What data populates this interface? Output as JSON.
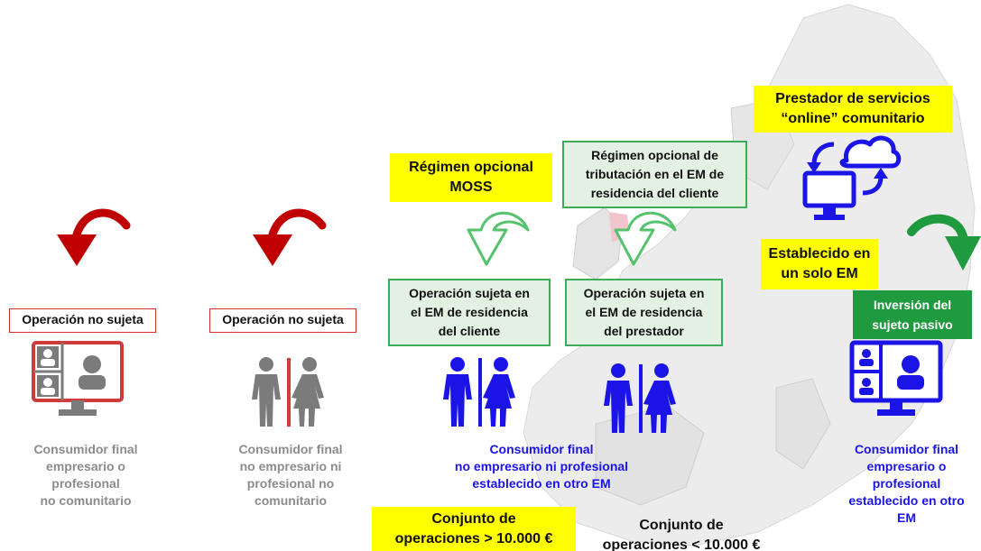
{
  "colors": {
    "red_arrow": "#c00000",
    "green": "#1f9a3f",
    "light_green_outline": "#55c26e",
    "blue": "#1a14e6",
    "gray": "#8c8c8c",
    "yellow": "#ffff00",
    "icon_red": "#d03a3a",
    "icon_gray": "#7b7b7b"
  },
  "columns": [
    {
      "id": "col1",
      "box": "Operación no sujeta",
      "arrow": "red-curved-arrow",
      "icon": "video-call-monitor-icon",
      "caption": "Consumidor final\nempresario o\nprofesional\nno comunitario"
    },
    {
      "id": "col2",
      "box": "Operación no sujeta",
      "arrow": "red-curved-arrow",
      "icon": "man-woman-icon",
      "caption": "Consumidor final\nno empresario ni\nprofesional no\ncomunitario"
    },
    {
      "id": "col3",
      "tag": "Régimen opcional\nMOSS",
      "box": "Operación sujeta en\nel EM de residencia\ndel cliente",
      "arrow": "green-outline-arrow",
      "icon": "man-woman-icon"
    },
    {
      "id": "col4",
      "tag": "Régimen opcional de\ntributación en el EM de\nresidencia del cliente",
      "box": "Operación sujeta en\nel EM de residencia\ndel prestador",
      "arrow": "green-outline-arrow",
      "icon": "man-woman-icon"
    }
  ],
  "shared_caption": "Consumidor final\nno empresario ni profesional\nestablecido en otro EM",
  "bottom": {
    "above": "Conjunto de\noperaciones > 10.000 €",
    "below": "Conjunto de\noperaciones < 10.000 €"
  },
  "provider": {
    "title": "Prestador de servicios\n“online” comunitario",
    "established": "Establecido en\nun solo EM",
    "icon": "cloud-sync-monitor-icon"
  },
  "reverse_charge": {
    "box": "Inversión del\nsujeto pasivo",
    "arrow": "green-solid-arrow",
    "icon": "video-call-monitor-icon",
    "caption": "Consumidor final\nempresario o\nprofesional\nestablecido en otro\nEM"
  }
}
